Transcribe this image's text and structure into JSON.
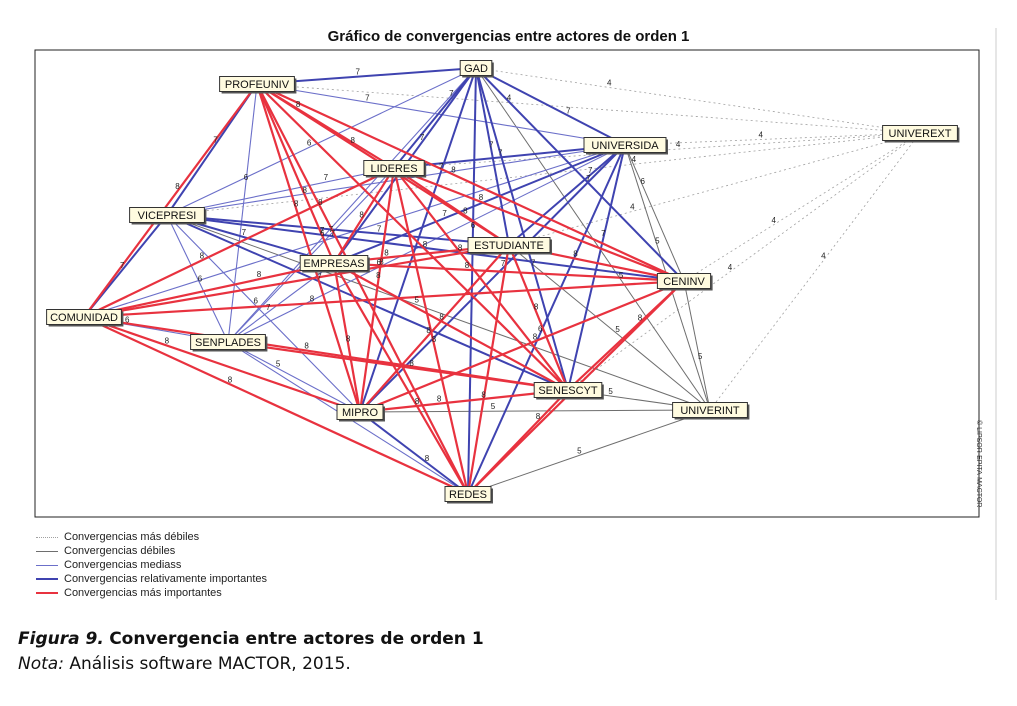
{
  "title": "Gráfico de convergencias entre actores de orden 1",
  "side_text": "© LIPSOR-EPITA-MACTOR",
  "nodes": [
    {
      "id": "GAD",
      "label": "GAD"
    },
    {
      "id": "PROFEUNIV",
      "label": "PROFEUNIV"
    },
    {
      "id": "UNIVEREXT",
      "label": "UNIVEREXT"
    },
    {
      "id": "UNIVERSIDA",
      "label": "UNIVERSIDA"
    },
    {
      "id": "LIDERES",
      "label": "LIDERES"
    },
    {
      "id": "VICEPRESI",
      "label": "VICEPRESI"
    },
    {
      "id": "ESTUDIANTE",
      "label": "ESTUDIANTE"
    },
    {
      "id": "EMPRESAS",
      "label": "EMPRESAS"
    },
    {
      "id": "CENINV",
      "label": "CENINV"
    },
    {
      "id": "COMUNIDAD",
      "label": "COMUNIDAD"
    },
    {
      "id": "SENPLADES",
      "label": "SENPLADES"
    },
    {
      "id": "SENESCYT",
      "label": "SENESCYT"
    },
    {
      "id": "MIPRO",
      "label": "MIPRO"
    },
    {
      "id": "UNIVERINT",
      "label": "UNIVERINT"
    },
    {
      "id": "REDES",
      "label": "REDES"
    }
  ],
  "edges": [
    {
      "from": "GAD",
      "to": "PROFEUNIV",
      "value": 7,
      "type": "strong"
    },
    {
      "from": "GAD",
      "to": "UNIVERSIDA",
      "value": 7,
      "type": "strong"
    },
    {
      "from": "GAD",
      "to": "LIDERES",
      "value": 7,
      "type": "strong"
    },
    {
      "from": "GAD",
      "to": "VICEPRESI",
      "value": 6,
      "type": "medium"
    },
    {
      "from": "GAD",
      "to": "EMPRESAS",
      "value": 7,
      "type": "strong"
    },
    {
      "from": "GAD",
      "to": "ESTUDIANTE",
      "value": 7,
      "type": "strong"
    },
    {
      "from": "GAD",
      "to": "CENINV",
      "value": 7,
      "type": "strong"
    },
    {
      "from": "GAD",
      "to": "SENESCYT",
      "value": 7,
      "type": "strong"
    },
    {
      "from": "GAD",
      "to": "MIPRO",
      "value": 7,
      "type": "strong"
    },
    {
      "from": "GAD",
      "to": "SENPLADES",
      "value": 6,
      "type": "medium"
    },
    {
      "from": "GAD",
      "to": "REDES",
      "value": 6,
      "type": "strong"
    },
    {
      "from": "GAD",
      "to": "UNIVERINT",
      "value": 5,
      "type": "weak"
    },
    {
      "from": "GAD",
      "to": "UNIVEREXT",
      "value": 4,
      "type": "weakest"
    },
    {
      "from": "PROFEUNIV",
      "to": "UNIVERSIDA",
      "value": 7,
      "type": "medium"
    },
    {
      "from": "PROFEUNIV",
      "to": "LIDERES",
      "value": 8,
      "type": "most"
    },
    {
      "from": "PROFEUNIV",
      "to": "ESTUDIANTE",
      "value": 8,
      "type": "most"
    },
    {
      "from": "PROFEUNIV",
      "to": "CENINV",
      "value": 8,
      "type": "most"
    },
    {
      "from": "PROFEUNIV",
      "to": "SENESCYT",
      "value": 8,
      "type": "most"
    },
    {
      "from": "PROFEUNIV",
      "to": "EMPRESAS",
      "value": 8,
      "type": "most"
    },
    {
      "from": "PROFEUNIV",
      "to": "REDES",
      "value": 8,
      "type": "most"
    },
    {
      "from": "PROFEUNIV",
      "to": "MIPRO",
      "value": 8,
      "type": "most"
    },
    {
      "from": "PROFEUNIV",
      "to": "COMUNIDAD",
      "value": 8,
      "type": "most"
    },
    {
      "from": "PROFEUNIV",
      "to": "VICEPRESI",
      "value": 7,
      "type": "strong"
    },
    {
      "from": "PROFEUNIV",
      "to": "SENPLADES",
      "value": 6,
      "type": "medium"
    },
    {
      "from": "PROFEUNIV",
      "to": "UNIVEREXT",
      "value": 4,
      "type": "weakest"
    },
    {
      "from": "UNIVERSIDA",
      "to": "LIDERES",
      "value": 7,
      "type": "strong"
    },
    {
      "from": "UNIVERSIDA",
      "to": "VICEPRESI",
      "value": 7,
      "type": "medium"
    },
    {
      "from": "UNIVERSIDA",
      "to": "EMPRESAS",
      "value": 7,
      "type": "strong"
    },
    {
      "from": "UNIVERSIDA",
      "to": "ESTUDIANTE",
      "value": 7,
      "type": "strong"
    },
    {
      "from": "UNIVERSIDA",
      "to": "CENINV",
      "value": 6,
      "type": "weak"
    },
    {
      "from": "UNIVERSIDA",
      "to": "SENESCYT",
      "value": 7,
      "type": "strong"
    },
    {
      "from": "UNIVERSIDA",
      "to": "MIPRO",
      "value": 7,
      "type": "strong"
    },
    {
      "from": "UNIVERSIDA",
      "to": "REDES",
      "value": 6,
      "type": "strong"
    },
    {
      "from": "UNIVERSIDA",
      "to": "COMUNIDAD",
      "value": 7,
      "type": "medium"
    },
    {
      "from": "UNIVERSIDA",
      "to": "SENPLADES",
      "value": 6,
      "type": "medium"
    },
    {
      "from": "UNIVERSIDA",
      "to": "UNIVERINT",
      "value": 5,
      "type": "weak"
    },
    {
      "from": "UNIVERSIDA",
      "to": "UNIVEREXT",
      "value": 4,
      "type": "weakest"
    },
    {
      "from": "LIDERES",
      "to": "VICEPRESI",
      "value": 7,
      "type": "medium"
    },
    {
      "from": "LIDERES",
      "to": "EMPRESAS",
      "value": 8,
      "type": "most"
    },
    {
      "from": "LIDERES",
      "to": "ESTUDIANTE",
      "value": 8,
      "type": "most"
    },
    {
      "from": "LIDERES",
      "to": "CENINV",
      "value": 8,
      "type": "most"
    },
    {
      "from": "LIDERES",
      "to": "SENESCYT",
      "value": 8,
      "type": "most"
    },
    {
      "from": "LIDERES",
      "to": "MIPRO",
      "value": 8,
      "type": "most"
    },
    {
      "from": "LIDERES",
      "to": "REDES",
      "value": 8,
      "type": "most"
    },
    {
      "from": "LIDERES",
      "to": "COMUNIDAD",
      "value": 8,
      "type": "most"
    },
    {
      "from": "LIDERES",
      "to": "SENPLADES",
      "value": 7,
      "type": "medium"
    },
    {
      "from": "LIDERES",
      "to": "UNIVEREXT",
      "value": 4,
      "type": "weakest"
    },
    {
      "from": "VICEPRESI",
      "to": "ESTUDIANTE",
      "value": 7,
      "type": "strong"
    },
    {
      "from": "VICEPRESI",
      "to": "CENINV",
      "value": 7,
      "type": "strong"
    },
    {
      "from": "VICEPRESI",
      "to": "SENESCYT",
      "value": 7,
      "type": "strong"
    },
    {
      "from": "VICEPRESI",
      "to": "EMPRESAS",
      "value": 7,
      "type": "strong"
    },
    {
      "from": "VICEPRESI",
      "to": "MIPRO",
      "value": 6,
      "type": "medium"
    },
    {
      "from": "VICEPRESI",
      "to": "COMUNIDAD",
      "value": 7,
      "type": "strong"
    },
    {
      "from": "VICEPRESI",
      "to": "SENPLADES",
      "value": 6,
      "type": "medium"
    },
    {
      "from": "VICEPRESI",
      "to": "UNIVERINT",
      "value": 5,
      "type": "weak"
    },
    {
      "from": "VICEPRESI",
      "to": "UNIVEREXT",
      "value": 4,
      "type": "weakest"
    },
    {
      "from": "EMPRESAS",
      "to": "ESTUDIANTE",
      "value": 8,
      "type": "most"
    },
    {
      "from": "EMPRESAS",
      "to": "CENINV",
      "value": 8,
      "type": "most"
    },
    {
      "from": "EMPRESAS",
      "to": "SENESCYT",
      "value": 8,
      "type": "most"
    },
    {
      "from": "EMPRESAS",
      "to": "MIPRO",
      "value": 8,
      "type": "most"
    },
    {
      "from": "EMPRESAS",
      "to": "REDES",
      "value": 8,
      "type": "most"
    },
    {
      "from": "EMPRESAS",
      "to": "COMUNIDAD",
      "value": 8,
      "type": "most"
    },
    {
      "from": "EMPRESAS",
      "to": "SENPLADES",
      "value": 7,
      "type": "medium"
    },
    {
      "from": "ESTUDIANTE",
      "to": "CENINV",
      "value": 8,
      "type": "most"
    },
    {
      "from": "ESTUDIANTE",
      "to": "SENESCYT",
      "value": 8,
      "type": "most"
    },
    {
      "from": "ESTUDIANTE",
      "to": "MIPRO",
      "value": 8,
      "type": "most"
    },
    {
      "from": "ESTUDIANTE",
      "to": "REDES",
      "value": 8,
      "type": "most"
    },
    {
      "from": "ESTUDIANTE",
      "to": "COMUNIDAD",
      "value": 8,
      "type": "most"
    },
    {
      "from": "ESTUDIANTE",
      "to": "UNIVERINT",
      "value": 5,
      "type": "weak"
    },
    {
      "from": "ESTUDIANTE",
      "to": "UNIVEREXT",
      "value": 4,
      "type": "weakest"
    },
    {
      "from": "CENINV",
      "to": "SENESCYT",
      "value": 8,
      "type": "most"
    },
    {
      "from": "CENINV",
      "to": "MIPRO",
      "value": 8,
      "type": "most"
    },
    {
      "from": "CENINV",
      "to": "REDES",
      "value": 8,
      "type": "most"
    },
    {
      "from": "CENINV",
      "to": "COMUNIDAD",
      "value": 8,
      "type": "most"
    },
    {
      "from": "CENINV",
      "to": "UNIVERINT",
      "value": 5,
      "type": "weak"
    },
    {
      "from": "CENINV",
      "to": "UNIVEREXT",
      "value": 4,
      "type": "weakest"
    },
    {
      "from": "COMUNIDAD",
      "to": "SENPLADES",
      "value": 6,
      "type": "medium"
    },
    {
      "from": "COMUNIDAD",
      "to": "MIPRO",
      "value": 8,
      "type": "most"
    },
    {
      "from": "COMUNIDAD",
      "to": "REDES",
      "value": 8,
      "type": "most"
    },
    {
      "from": "COMUNIDAD",
      "to": "SENESCYT",
      "value": 8,
      "type": "most"
    },
    {
      "from": "SENPLADES",
      "to": "SENESCYT",
      "value": 8,
      "type": "most"
    },
    {
      "from": "SENPLADES",
      "to": "MIPRO",
      "value": 5,
      "type": "medium"
    },
    {
      "from": "SENPLADES",
      "to": "REDES",
      "value": 6,
      "type": "medium"
    },
    {
      "from": "SENESCYT",
      "to": "MIPRO",
      "value": 8,
      "type": "most"
    },
    {
      "from": "SENESCYT",
      "to": "REDES",
      "value": 8,
      "type": "most"
    },
    {
      "from": "SENESCYT",
      "to": "UNIVERINT",
      "value": 5,
      "type": "weak"
    },
    {
      "from": "SENESCYT",
      "to": "UNIVEREXT",
      "value": 4,
      "type": "weakest"
    },
    {
      "from": "MIPRO",
      "to": "REDES",
      "value": 8,
      "type": "strong"
    },
    {
      "from": "MIPRO",
      "to": "UNIVERINT",
      "value": 5,
      "type": "weak"
    },
    {
      "from": "REDES",
      "to": "UNIVERINT",
      "value": 5,
      "type": "weak"
    },
    {
      "from": "UNIVERINT",
      "to": "UNIVEREXT",
      "value": 4,
      "type": "weakest"
    }
  ],
  "styles": {
    "weakest": {
      "color": "#a0a0a0",
      "dash": "2,3"
    },
    "weak": {
      "color": "#6e6e6e",
      "dash": ""
    },
    "medium": {
      "color": "#6b6fc9",
      "dash": ""
    },
    "strong": {
      "color": "#3f43b0",
      "dash": ""
    },
    "most": {
      "color": "#e8323f",
      "dash": ""
    }
  },
  "legend": [
    {
      "type": "weakest",
      "label": "Convergencias más débiles"
    },
    {
      "type": "weak",
      "label": "Convergencias débiles"
    },
    {
      "type": "medium",
      "label": "Convergencias mediass"
    },
    {
      "type": "strong",
      "label": "Convergencias relativamente importantes"
    },
    {
      "type": "most",
      "label": "Convergencias más importantes"
    }
  ],
  "caption": {
    "figure_label": "Figura 9.",
    "figure_title": "Convergencia entre actores de orden 1",
    "nota_label": "Nota:",
    "nota_text": "Análisis software MACTOR, 2015."
  },
  "colors": {
    "node_fill": "#fffbe0",
    "node_border": "#333333",
    "frame": "#222222"
  }
}
